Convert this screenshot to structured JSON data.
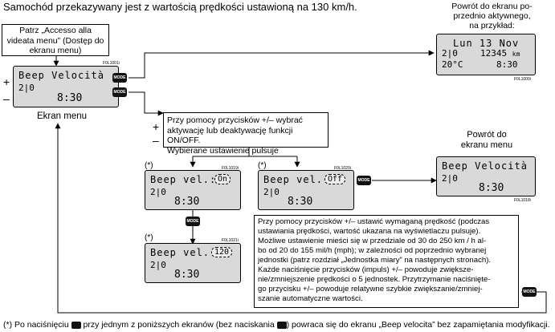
{
  "header_text": "Samochód przekazywany jest z wartością prędkości ustawioną na 130 km/h.",
  "note_top_left": [
    "Patrz „Accesso alla",
    "videata menu” (Dostęp do",
    "ekranu menu)"
  ],
  "note_top_right": [
    "Powrót do ekranu po-",
    "przednio aktywnego,",
    "na przykład:"
  ],
  "note_mid_right": [
    "Powrót do",
    "ekranu menu"
  ],
  "menu_caption": "Ekran menu",
  "plus_sign": "+",
  "minus_sign": "–",
  "mode_label": "MODE",
  "step1": [
    "Przy pomocy przycisków +/– wybrać",
    "aktywację lub deaktywację funkcji ON/OFF.",
    "Wybierane ustawienie pulsuje"
  ],
  "step2": [
    "Przy pomocy przycisków +/– ustawić wymaganą prędkość (podczas",
    "ustawiania prędkości, wartość ukazana na wyświetlaczu pulsuje).",
    "Możliwe ustawienie mieści się w przedziale od 30 do 250 km / h al-",
    "bo od 20 do 155 mil/h (mph); w zależności od poprzednio wybranej",
    "jednostki (patrz rozdział „Jednostka miary” na następnych stronach).",
    "Każde naciśnięcie przycisków (impuls) +/– powoduje zwiększe-",
    "nie/zmniejszenie prędkości o 5 jednostek. Przytrzymanie naciśnięte-",
    "go przycisku +/– powoduje relatywne szybkie zwiększanie/zmniej-",
    "szanie automatyczne wartości."
  ],
  "asterisk": "(*)",
  "footer": {
    "part1": "(*) Po naciśnięciu",
    "part2": "przy jednym z poniższych ekranów (bez naciskania",
    "part3": ") powraca się do ekranu „Beep velocita” bez zapamiętania modyfikacji."
  },
  "screens": {
    "menu": {
      "line1": "Beep Velocità",
      "line2": "2|0",
      "time": "8:30",
      "code": "F0L1001i"
    },
    "date": {
      "line1": "Lun 13 Nov",
      "odo_left": "2|0",
      "odo": "12345",
      "unit": "km",
      "temp": "20°C",
      "time": "8:30",
      "code": "F0L1000i"
    },
    "menu_return": {
      "line1": "Beep Velocità",
      "line2": "2|0",
      "time": "8:30",
      "code": "F0L1018i"
    },
    "on": {
      "line1": "Beep vel.:",
      "value": "On",
      "line2": "2|0",
      "time": "8:30",
      "code": "F0L1019i"
    },
    "off": {
      "line1": "Beep vel.:",
      "value": "Off",
      "line2": "2|0",
      "time": "8:30",
      "code": "F0L1020i"
    },
    "speed": {
      "line1": "Beep vel.:",
      "value": "120",
      "line2": "2|0",
      "time": "8:30",
      "code": "F0L1021i"
    }
  }
}
